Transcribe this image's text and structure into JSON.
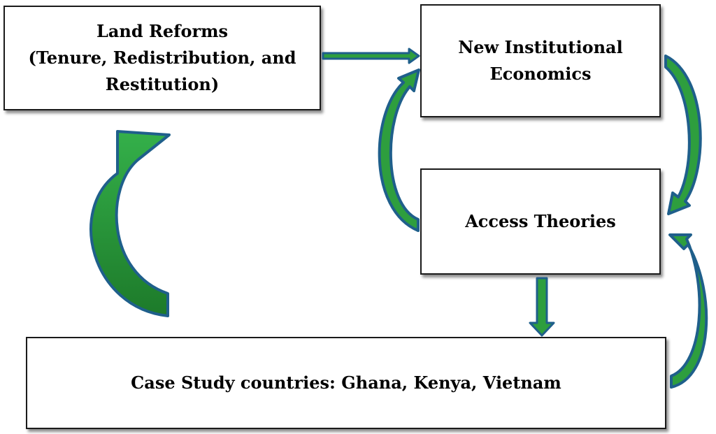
{
  "diagram": {
    "nodes": {
      "land_reforms": {
        "line1": "Land Reforms",
        "line2": "(Tenure, Redistribution, and",
        "line3": "Restitution)"
      },
      "new_institutional_economics": {
        "line1": "New Institutional",
        "line2": "Economics"
      },
      "access_theories": {
        "label": "Access Theories"
      },
      "case_study": {
        "label": "Case Study countries: Ghana, Kenya, Vietnam"
      }
    },
    "edges": [
      {
        "from": "land_reforms",
        "to": "new_institutional_economics",
        "style": "straight-arrow"
      },
      {
        "from": "new_institutional_economics",
        "to": "access_theories",
        "style": "curved-arrow"
      },
      {
        "from": "access_theories",
        "to": "new_institutional_economics",
        "style": "curved-arrow"
      },
      {
        "from": "access_theories",
        "to": "case_study",
        "style": "straight-arrow"
      },
      {
        "from": "case_study",
        "to": "access_theories",
        "style": "curved-arrow"
      },
      {
        "from": "case_study",
        "to": "land_reforms",
        "style": "large-curved-arrow"
      }
    ],
    "colors": {
      "arrow_fill": "#2e9e3e",
      "arrow_fill_dark": "#1d7a2a",
      "arrow_outline": "#1f5f8b",
      "box_border": "#1a1a1a"
    }
  }
}
